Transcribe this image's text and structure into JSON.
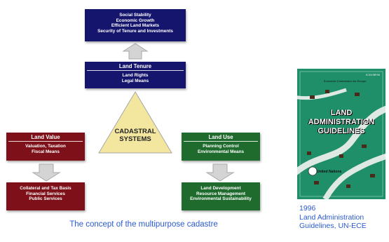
{
  "top_box": {
    "lines": [
      "Social Stability",
      "Economic Growth",
      "Efficient Land Markets",
      "Security of Tenure and Investments"
    ]
  },
  "tenure_box": {
    "title": "Land Tenure",
    "lines": [
      "Land Rights",
      "Legal Means"
    ]
  },
  "center": {
    "lines": [
      "CADASTRAL",
      "SYSTEMS"
    ]
  },
  "value_box": {
    "title": "Land Value",
    "lines": [
      "Valuation, Taxation",
      "Fiscal Means"
    ]
  },
  "value_result": {
    "lines": [
      "Collateral and Tax Basis",
      "Financial Services",
      "Public Services"
    ]
  },
  "use_box": {
    "title": "Land Use",
    "lines": [
      "Planning Control",
      "Environmental Means"
    ]
  },
  "use_result": {
    "lines": [
      "Land Development",
      "Resource Management",
      "Environmental Sustainability"
    ]
  },
  "caption": "The concept of the multipurpose cadastre",
  "book": {
    "edition_note": "ECE/HBP/96",
    "organisation": "Economic Commission for Europe",
    "title_lines": [
      "LAND",
      "ADMINISTRATION",
      "GUIDELINES"
    ],
    "publisher": "United Nations"
  },
  "book_note": {
    "year": "1996",
    "line1": "Land Administration",
    "line2": "Guidelines, UN-ECE"
  },
  "colors": {
    "navy": "#15156e",
    "red": "#7d1018",
    "green": "#1e6b2d",
    "triangle": "#f3e7a0",
    "arrow": "#c9c9c9",
    "caption": "#2a5bd0",
    "book_cover": "#1f8f6a"
  }
}
